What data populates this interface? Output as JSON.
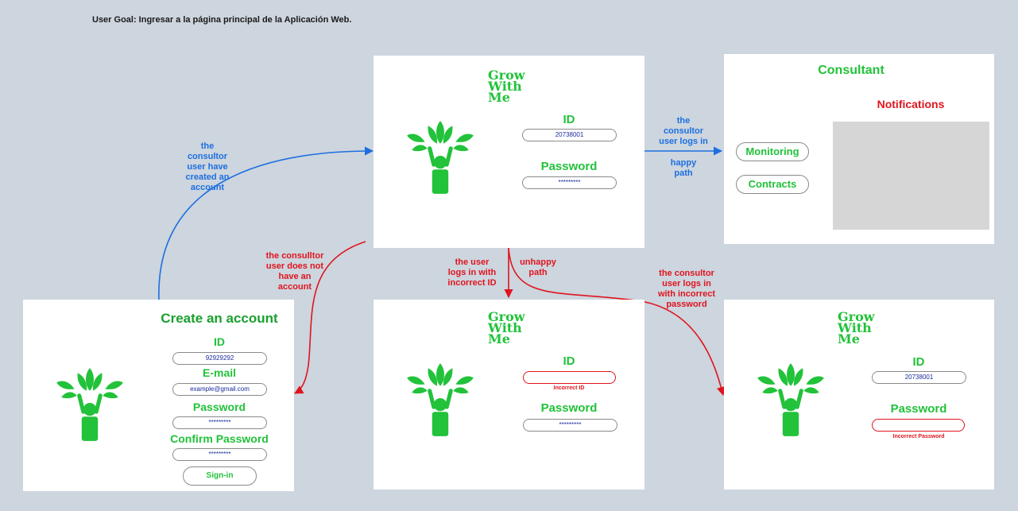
{
  "user_goal": "User Goal: Ingresar a la página principal de la Aplicación Web.",
  "colors": {
    "brand_green": "#22c23a",
    "flow_blue": "#1d6fe0",
    "flow_red": "#e0141e",
    "input_text": "#1a2a9a"
  },
  "icons": {
    "logo": "tree-person-icon"
  },
  "login": {
    "brand": [
      "Grow",
      "With",
      "Me"
    ],
    "id_label": "ID",
    "id_value": "20738001",
    "password_label": "Password",
    "password_value": "*********"
  },
  "consultant": {
    "title": "Consultant",
    "notifications": "Notifications",
    "monitoring": "Monitoring",
    "contracts": "Contracts"
  },
  "create_account": {
    "title": "Create an account",
    "id_label": "ID",
    "id_value": "92929292",
    "email_label": "E-mail",
    "email_value": "example@gmail.com",
    "password_label": "Password",
    "password_value": "*********",
    "confirm_label": "Confirm Password",
    "confirm_value": "*********",
    "signin": "Sign-in"
  },
  "incorrect_id": {
    "brand": [
      "Grow",
      "With",
      "Me"
    ],
    "id_label": "ID",
    "id_value": "",
    "error": "Incorrect ID",
    "password_label": "Password",
    "password_value": "*********"
  },
  "incorrect_password": {
    "brand": [
      "Grow",
      "With",
      "Me"
    ],
    "id_label": "ID",
    "id_value": "20738001",
    "password_label": "Password",
    "password_value": "",
    "error": "Incorrect Password"
  },
  "edges": {
    "created_account": "the\nconsultor\nuser have\ncreated an\naccount",
    "logs_in": "the\nconsultor\nuser logs in",
    "happy_path": "happy\npath",
    "no_account": "the consulltor\nuser does not\nhave an\naccount",
    "incorrect_id": "the user\nlogs in with\nincorrect ID",
    "unhappy_path": "unhappy\npath",
    "incorrect_password": "the consultor\nuser logs in\nwith incorrect\npassword"
  }
}
